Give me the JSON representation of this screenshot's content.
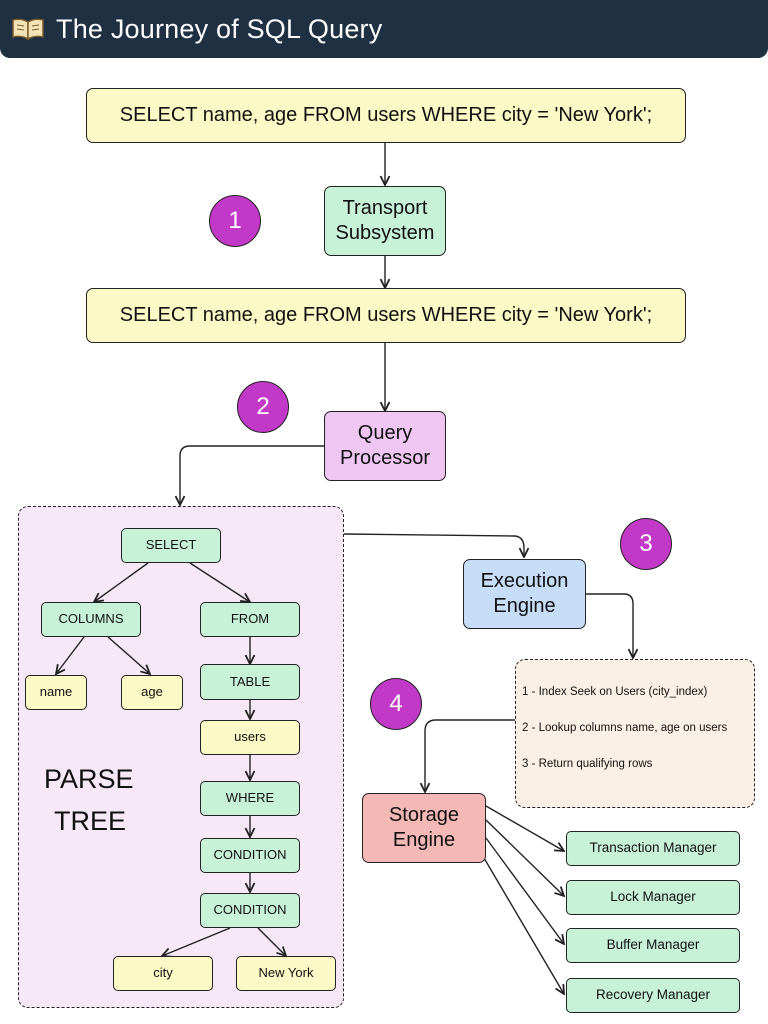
{
  "header": {
    "title": "The Journey of SQL Query",
    "icon": "open-book-icon"
  },
  "query_text_1": "SELECT name, age FROM users WHERE city = 'New York';",
  "query_text_2": "SELECT name, age FROM users WHERE city = 'New York';",
  "steps": [
    "1",
    "2",
    "3",
    "4"
  ],
  "nodes": {
    "transport_line1": "Transport",
    "transport_line2": "Subsystem",
    "query_processor_line1": "Query",
    "query_processor_line2": "Processor",
    "execution_engine_line1": "Execution",
    "execution_engine_line2": "Engine",
    "storage_engine_line1": "Storage",
    "storage_engine_line2": "Engine"
  },
  "parse_tree": {
    "label_line1": "PARSE",
    "label_line2": "TREE",
    "select": "SELECT",
    "columns": "COLUMNS",
    "from": "FROM",
    "name": "name",
    "age": "age",
    "table": "TABLE",
    "users": "users",
    "where": "WHERE",
    "condition1": "CONDITION",
    "condition2": "CONDITION",
    "city": "city",
    "new_york": "New York"
  },
  "execution_plan": [
    "1 - Index Seek on Users (city_index)",
    "2 - Lookup columns name, age on users",
    "3 - Return qualifying rows"
  ],
  "storage_components": [
    "Transaction Manager",
    "Lock Manager",
    "Buffer Manager",
    "Recovery Manager"
  ],
  "colors": {
    "header_bg": "#1f3042",
    "query_box": "#fbf9c6",
    "green_node": "#c7f2d7",
    "query_processor": "#efc6f2",
    "execution_engine": "#c6dcf7",
    "storage_engine": "#f4b9b7",
    "step_circle": "#c239c7",
    "parse_tree_bg": "#f6e8f7",
    "plan_bg": "#fbf0e6"
  }
}
